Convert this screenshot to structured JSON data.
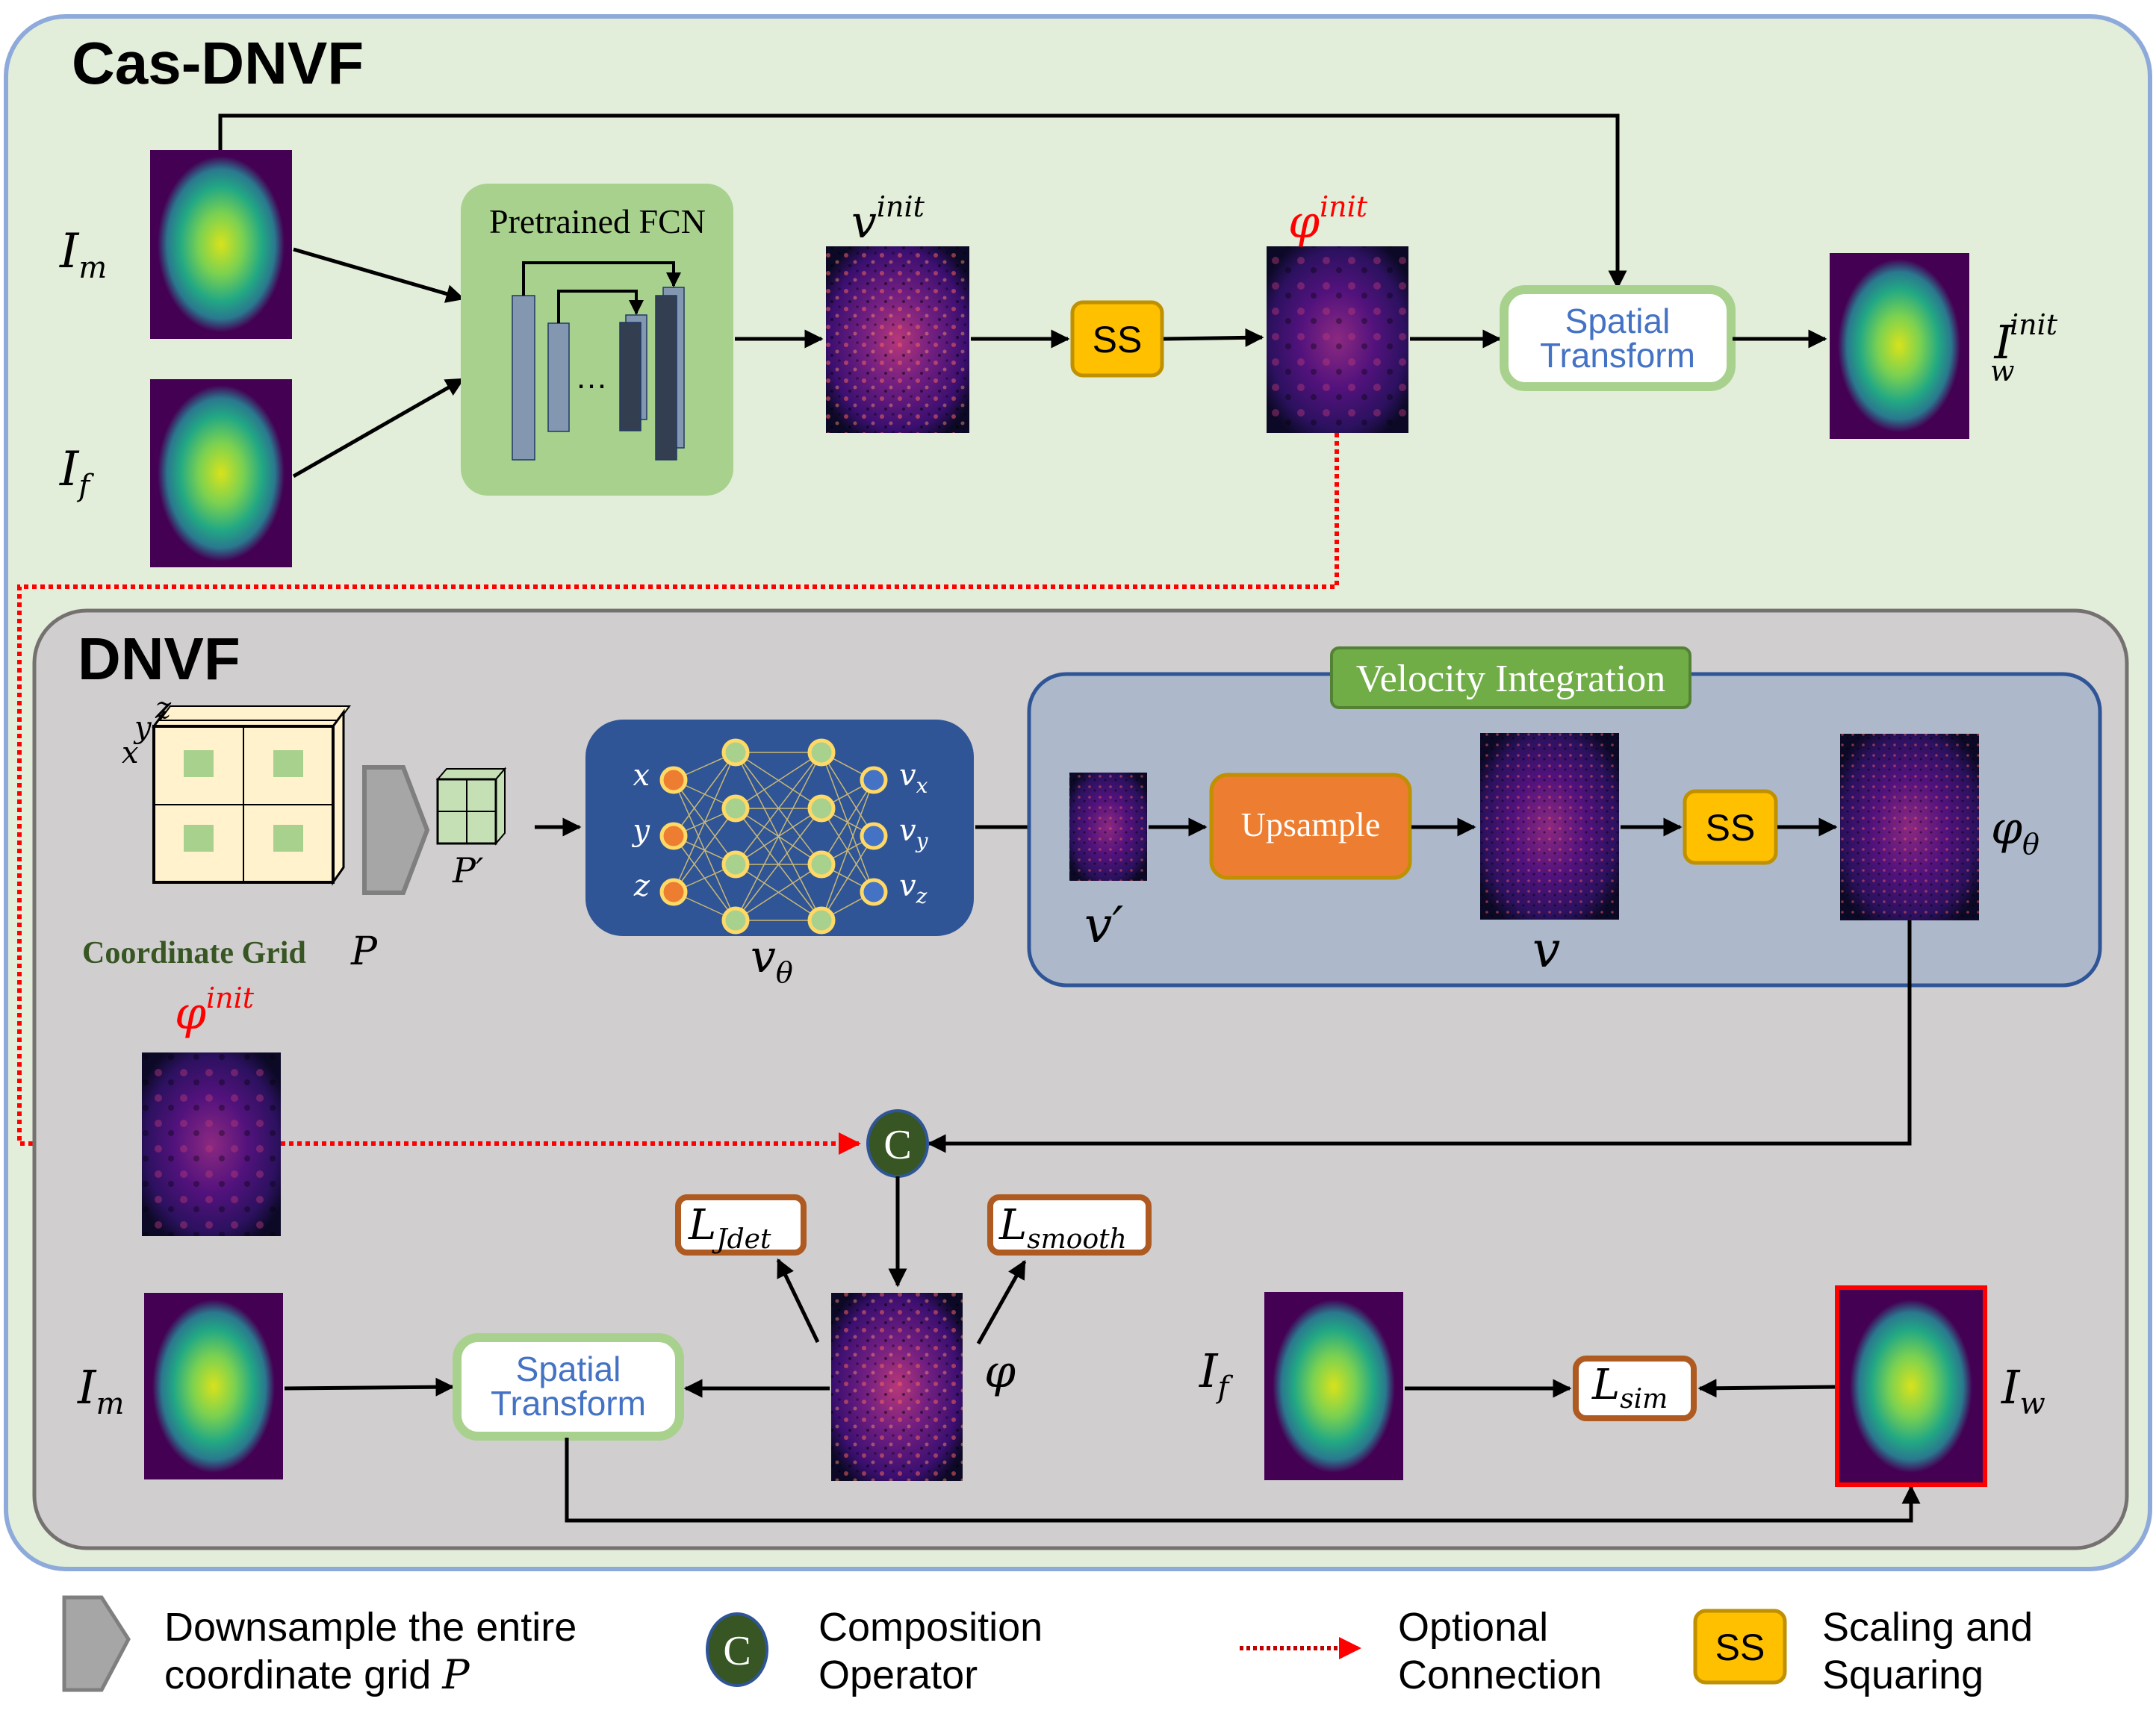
{
  "colors": {
    "outer_bg": "#e2eed9",
    "outer_border": "#8eaadb",
    "inner_bg": "#d0cece",
    "inner_border": "#767171",
    "fcn_bg": "#a9d18e",
    "vi_bg": "#adb9ca",
    "vi_border": "#2f5597",
    "vi_label_bg": "#70ad47",
    "mlp_bg": "#2f5597",
    "ss_fill": "#ffc000",
    "ss_border": "#bf9000",
    "upsample_fill": "#ed7d31",
    "st_border": "#a9d18e",
    "st_text": "#4472c4",
    "loss_border": "#ae5a21",
    "compose_fill": "#375623",
    "optional": "#ff0000",
    "grid_cell": "#fff2cc",
    "grid_green": "#a9d18e"
  },
  "cas": {
    "title": "Cas-DNVF",
    "im_label": "I",
    "im_sub": "m",
    "if_label": "I",
    "if_sub": "f",
    "fcn_label": "Pretrained FCN",
    "fcn_dots": "…",
    "vinit_label": "v",
    "vinit_sup": "init",
    "ss_label": "SS",
    "phiinit_label": "φ",
    "phiinit_sup": "init",
    "st_line1": "Spatial",
    "st_line2": "Transform",
    "iw_label": "I",
    "iw_sub": "w",
    "iw_sup": "init"
  },
  "dnvf": {
    "title": "DNVF",
    "axis_x": "x",
    "axis_y": "y",
    "axis_z": "z",
    "grid_label": "Coordinate Grid",
    "grid_sym": "P",
    "pprime_label": "P′",
    "mlp_inputs": [
      "x",
      "y",
      "z"
    ],
    "mlp_outputs": [
      "v",
      "v",
      "v"
    ],
    "mlp_output_subs": [
      "x",
      "y",
      "z"
    ],
    "mlp_label": "v",
    "mlp_sub": "θ",
    "vi_title": "Velocity Integration",
    "vprime_label": "v′",
    "upsample_label": "Upsample",
    "v_label": "v",
    "ss_label": "SS",
    "phitheta_label": "φ",
    "phitheta_sub": "θ",
    "phiinit_label": "φ",
    "phiinit_sup": "init",
    "compose_label": "C",
    "ljdet_label": "L",
    "ljdet_sub": "Jdet",
    "lsmooth_label": "L",
    "lsmooth_sub": "smooth",
    "phi_label": "φ",
    "im_label": "I",
    "im_sub": "m",
    "st_line1": "Spatial",
    "st_line2": "Transform",
    "if_label": "I",
    "if_sub": "f",
    "lsim_label": "L",
    "lsim_sub": "sim",
    "iw_label": "I",
    "iw_sub": "w"
  },
  "legend": {
    "downsample_line1": "Downsample the entire",
    "downsample_line2": "coordinate grid ",
    "downsample_sym": "P",
    "compose_icon": "C",
    "compose_line1": "Composition",
    "compose_line2": "Operator",
    "optional_line1": "Optional",
    "optional_line2": "Connection",
    "ss_icon": "SS",
    "ss_line1": "Scaling and",
    "ss_line2": "Squaring"
  }
}
